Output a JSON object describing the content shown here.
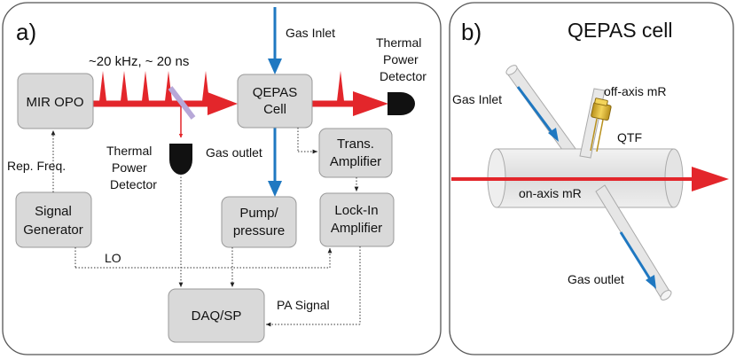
{
  "panel_a": {
    "label": "a)",
    "pulse_text": "~20 kHz, ~ 20 ns",
    "gas_inlet": "Gas Inlet",
    "gas_outlet": "Gas outlet",
    "thermal_right": [
      "Thermal",
      "Power",
      "Detector"
    ],
    "thermal_left": [
      "Thermal",
      "Power",
      "Detector"
    ],
    "rep_freq": "Rep. Freq.",
    "lo": "LO",
    "pa_signal": "PA Signal",
    "boxes": {
      "mir_opo": "MIR OPO",
      "qepas": [
        "QEPAS",
        "Cell"
      ],
      "trans_amp": [
        "Trans.",
        "Amplifier"
      ],
      "signal_gen": [
        "Signal",
        "Generator"
      ],
      "pump": [
        "Pump/",
        "pressure"
      ],
      "lockin": [
        "Lock-In",
        "Amplifier"
      ],
      "daq": "DAQ/SP"
    }
  },
  "panel_b": {
    "label": "b)",
    "title": "QEPAS cell",
    "gas_inlet": "Gas Inlet",
    "off_axis": "off-axis mR",
    "qtf": "QTF",
    "on_axis": "on-axis mR",
    "gas_outlet": "Gas outlet"
  },
  "colors": {
    "laser": "#e3262b",
    "gas": "#1f78c1",
    "box": "#d9d9d9",
    "qtf": "#e0c040"
  }
}
